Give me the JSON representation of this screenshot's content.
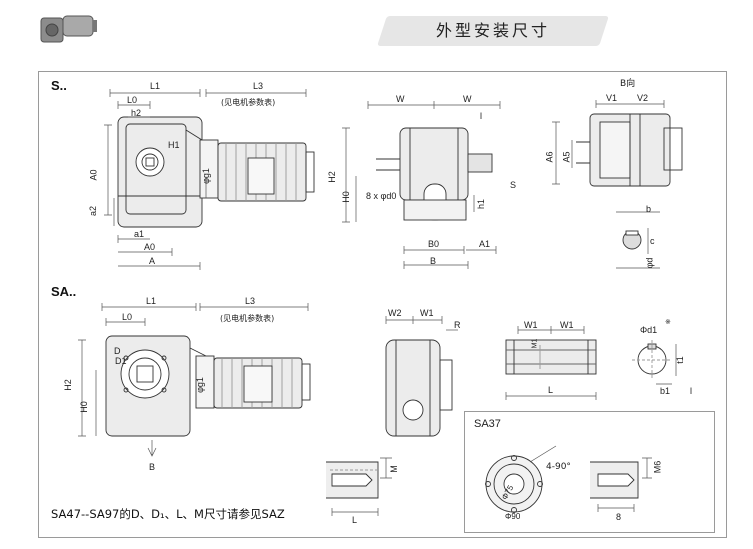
{
  "header": {
    "title": "外型安装尺寸"
  },
  "section_s": {
    "label": "S..",
    "dims": {
      "L1": "L1",
      "L3": "L3",
      "L0": "L0",
      "h2": "h2",
      "H1": "H1",
      "A0": "A0",
      "a2": "a2",
      "a1": "a1",
      "A0b": "A0",
      "A": "A",
      "g1": "φg1",
      "motor_note": "(见电机参数表)"
    },
    "side": {
      "W1": "W",
      "W2": "W",
      "l": "l",
      "H2": "H2",
      "H0": "H0",
      "bolt": "8 x φd0",
      "S": "S",
      "h1": "h1",
      "B0": "B0",
      "A1": "A1",
      "B": "B"
    },
    "view_b": {
      "title": "B向",
      "V1": "V1",
      "V2": "V2",
      "A6": "A6",
      "A5": "A5",
      "b": "b",
      "c": "c",
      "d": "φd"
    }
  },
  "section_sa": {
    "label": "SA..",
    "dims": {
      "L1": "L1",
      "L3": "L3",
      "L0": "L0",
      "D": "D",
      "D1": "D1",
      "H2": "H2",
      "H0": "H0",
      "g1": "φg1",
      "motor_note": "(见电机参数表)",
      "arrow_B": "B"
    },
    "side": {
      "W2": "W2",
      "W1": "W1",
      "R": "R"
    },
    "shaft": {
      "W1a": "W1",
      "W1b": "W1",
      "L": "L",
      "M1": "M1",
      "d1": "Φd1",
      "d1_mark": "※",
      "t1": "t1",
      "b1": "b1",
      "l": "l"
    },
    "detail_left": {
      "M": "M",
      "L": "L"
    },
    "note": "SA47--SA97的D、D₁、L、M尺寸请参见SAZ"
  },
  "sa37": {
    "title": "SA37",
    "holes": "4-90°",
    "d75": "Φ75",
    "d90": "Φ90",
    "M6": "M6",
    "depth": "8"
  }
}
